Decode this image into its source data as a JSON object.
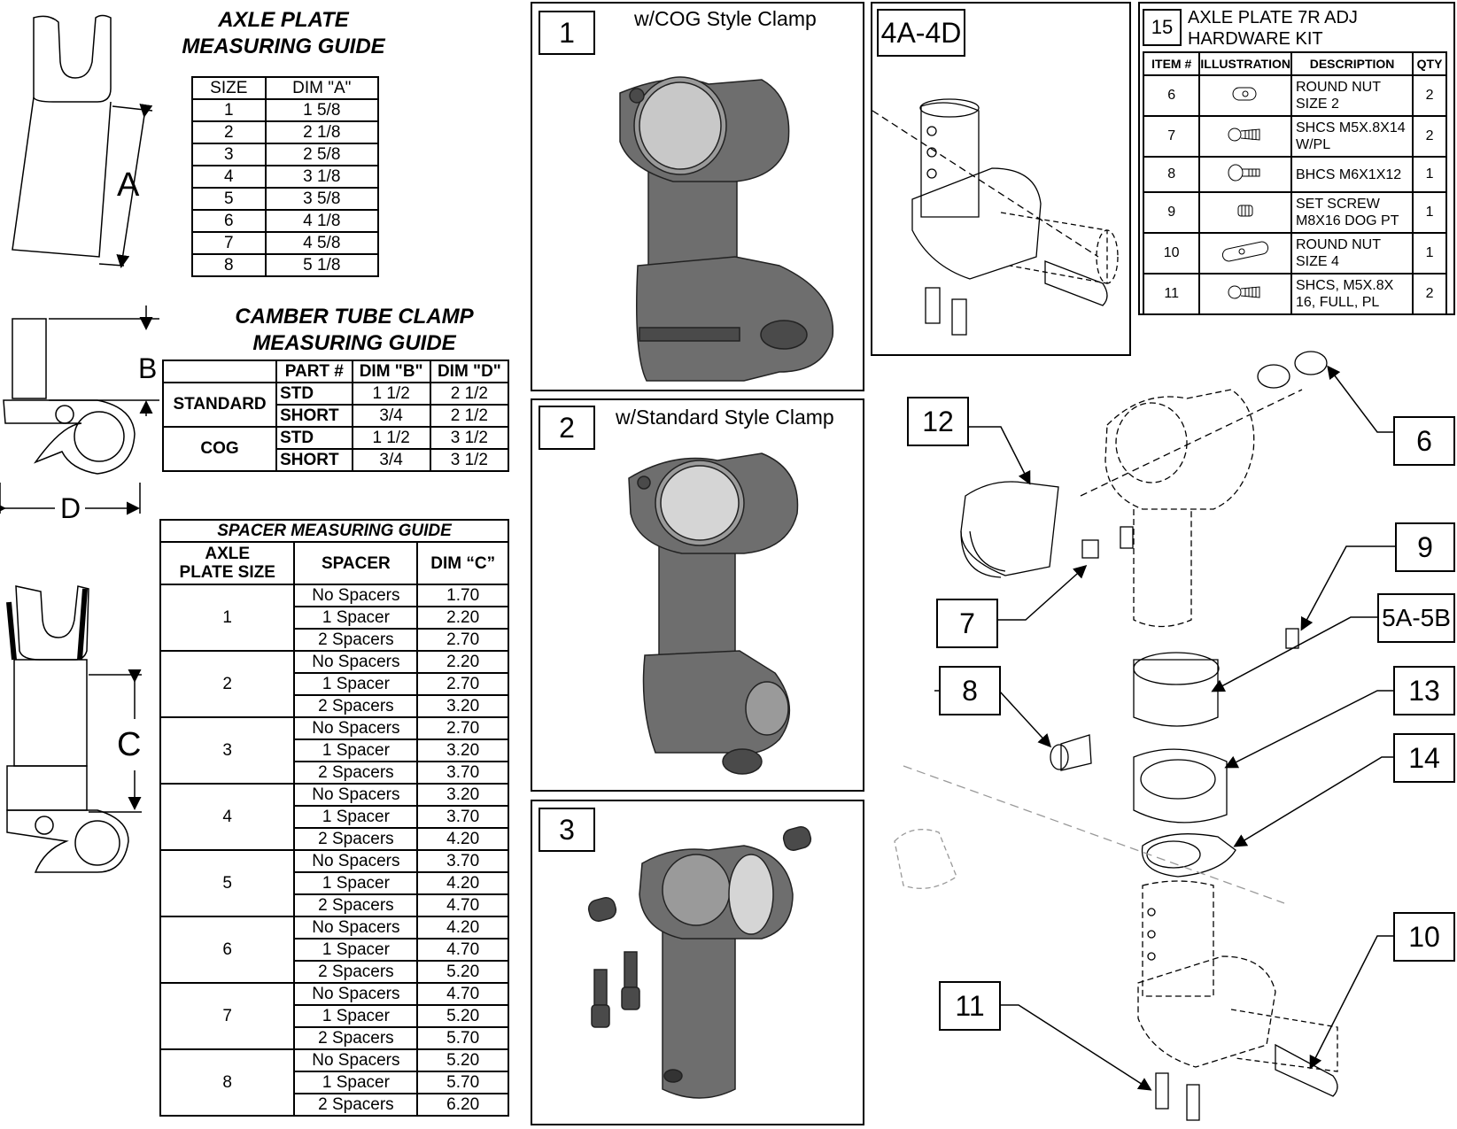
{
  "axle_guide": {
    "title_line1": "AXLE PLATE",
    "title_line2": "MEASURING GUIDE",
    "dim_label": "A",
    "headers": [
      "SIZE",
      "DIM \"A\""
    ],
    "rows": [
      [
        "1",
        "1 5/8"
      ],
      [
        "2",
        "2 1/8"
      ],
      [
        "3",
        "2 5/8"
      ],
      [
        "4",
        "3 1/8"
      ],
      [
        "5",
        "3 5/8"
      ],
      [
        "6",
        "4 1/8"
      ],
      [
        "7",
        "4 5/8"
      ],
      [
        "8",
        "5 1/8"
      ]
    ]
  },
  "camber_guide": {
    "title_line1": "CAMBER  TUBE  CLAMP",
    "title_line2": "MEASURING GUIDE",
    "dim_b": "B",
    "dim_d": "D",
    "headers": [
      "PART #",
      "DIM \"B\"",
      "DIM \"D\""
    ],
    "groups": [
      {
        "name": "STANDARD",
        "rows": [
          [
            "STD",
            "1 1/2",
            "2 1/2"
          ],
          [
            "SHORT",
            "3/4",
            "2 1/2"
          ]
        ]
      },
      {
        "name": "COG",
        "rows": [
          [
            "STD",
            "1 1/2",
            "3 1/2"
          ],
          [
            "SHORT",
            "3/4",
            "3 1/2"
          ]
        ]
      }
    ]
  },
  "spacer_guide": {
    "title": "SPACER MEASURING GUIDE",
    "dim_c": "C",
    "headers": [
      "AXLE\nPLATE SIZE",
      "SPACER",
      "DIM “C”"
    ],
    "groups": [
      {
        "size": "1",
        "rows": [
          [
            "No Spacers",
            "1.70"
          ],
          [
            "1 Spacer",
            "2.20"
          ],
          [
            "2 Spacers",
            "2.70"
          ]
        ]
      },
      {
        "size": "2",
        "rows": [
          [
            "No Spacers",
            "2.20"
          ],
          [
            "1 Spacer",
            "2.70"
          ],
          [
            "2 Spacers",
            "3.20"
          ]
        ]
      },
      {
        "size": "3",
        "rows": [
          [
            "No Spacers",
            "2.70"
          ],
          [
            "1 Spacer",
            "3.20"
          ],
          [
            "2 Spacers",
            "3.70"
          ]
        ]
      },
      {
        "size": "4",
        "rows": [
          [
            "No Spacers",
            "3.20"
          ],
          [
            "1 Spacer",
            "3.70"
          ],
          [
            "2 Spacers",
            "4.20"
          ]
        ]
      },
      {
        "size": "5",
        "rows": [
          [
            "No Spacers",
            "3.70"
          ],
          [
            "1 Spacer",
            "4.20"
          ],
          [
            "2 Spacers",
            "4.70"
          ]
        ]
      },
      {
        "size": "6",
        "rows": [
          [
            "No Spacers",
            "4.20"
          ],
          [
            "1 Spacer",
            "4.70"
          ],
          [
            "2 Spacers",
            "5.20"
          ]
        ]
      },
      {
        "size": "7",
        "rows": [
          [
            "No Spacers",
            "4.70"
          ],
          [
            "1 Spacer",
            "5.20"
          ],
          [
            "2 Spacers",
            "5.70"
          ]
        ]
      },
      {
        "size": "8",
        "rows": [
          [
            "No Spacers",
            "5.20"
          ],
          [
            "1 Spacer",
            "5.70"
          ],
          [
            "2 Spacers",
            "6.20"
          ]
        ]
      }
    ]
  },
  "panels": {
    "p1": {
      "num": "1",
      "caption": "w/COG Style Clamp"
    },
    "p2": {
      "num": "2",
      "caption": "w/Standard Style Clamp"
    },
    "p3": {
      "num": "3"
    },
    "p4": {
      "num": "4A-4D"
    }
  },
  "kit": {
    "num": "15",
    "title_line1": "AXLE PLATE 7R ADJ",
    "title_line2": "HARDWARE KIT",
    "headers": [
      "ITEM #",
      "ILLUSTRATION",
      "DESCRIPTION",
      "QTY"
    ],
    "rows": [
      {
        "item": "6",
        "desc1": "ROUND NUT",
        "desc2": "SIZE 2",
        "qty": "2"
      },
      {
        "item": "7",
        "desc1": "SHCS M5X.8X14",
        "desc2": "W/PL",
        "qty": "2"
      },
      {
        "item": "8",
        "desc1": "BHCS M6X1X12",
        "desc2": "",
        "qty": "1"
      },
      {
        "item": "9",
        "desc1": "SET SCREW",
        "desc2": "M8X16 DOG PT",
        "qty": "1"
      },
      {
        "item": "10",
        "desc1": "ROUND NUT",
        "desc2": "SIZE 4",
        "qty": "1"
      },
      {
        "item": "11",
        "desc1": "SHCS, M5X.8X",
        "desc2": "16, FULL, PL",
        "qty": "2"
      }
    ]
  },
  "callouts": {
    "c12": "12",
    "c6": "6",
    "c9": "9",
    "c7": "7",
    "c5": "5A-5B",
    "c8": "8",
    "c13": "13",
    "c14": "14",
    "c10": "10",
    "c11": "11"
  },
  "colors": {
    "part_gray": "#6e6e6e",
    "part_dark": "#4a4a4a",
    "part_light": "#9a9a9a"
  }
}
